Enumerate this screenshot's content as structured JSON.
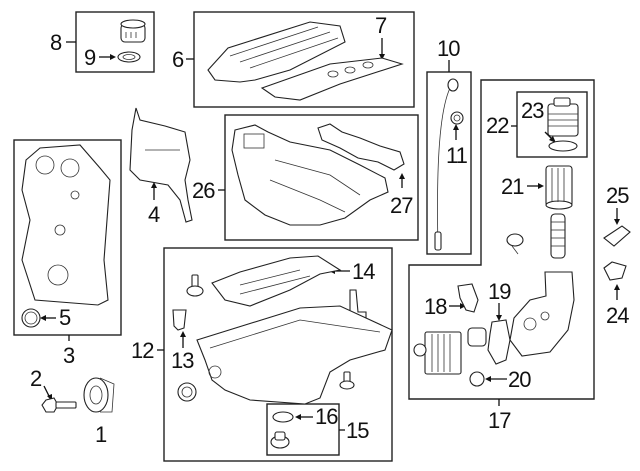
{
  "diagram": {
    "type": "exploded-parts-diagram",
    "subject": "engine components",
    "callouts": {
      "c1": "1",
      "c2": "2",
      "c3": "3",
      "c4": "4",
      "c5": "5",
      "c6": "6",
      "c7": "7",
      "c8": "8",
      "c9": "9",
      "c10": "10",
      "c11": "11",
      "c12": "12",
      "c13": "13",
      "c14": "14",
      "c15": "15",
      "c16": "16",
      "c17": "17",
      "c18": "18",
      "c19": "19",
      "c20": "20",
      "c21": "21",
      "c22": "22",
      "c23": "23",
      "c24": "24",
      "c25": "25",
      "c26": "26",
      "c27": "27"
    },
    "groups": [
      {
        "id": "8",
        "contains": [
          "oil-filler-cap",
          "9"
        ]
      },
      {
        "id": "6",
        "contains": [
          "valve-cover",
          "7"
        ]
      },
      {
        "id": "10",
        "contains": [
          "dipstick",
          "11"
        ]
      },
      {
        "id": "3",
        "contains": [
          "timing-cover",
          "5"
        ]
      },
      {
        "id": "26",
        "contains": [
          "intake-manifold",
          "27"
        ]
      },
      {
        "id": "22",
        "contains": [
          "filter-housing-cap",
          "23"
        ]
      },
      {
        "id": "17",
        "contains": [
          "18",
          "19",
          "20",
          "21",
          "22",
          "oil-cooler",
          "filter-housing"
        ]
      },
      {
        "id": "12",
        "contains": [
          "oil-pan",
          "13",
          "14",
          "15"
        ]
      },
      {
        "id": "15",
        "contains": [
          "drain-plug",
          "16"
        ]
      }
    ]
  }
}
